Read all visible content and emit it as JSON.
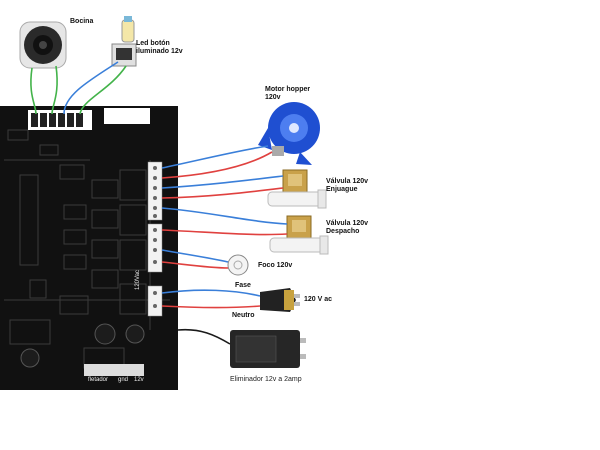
{
  "labels": {
    "speaker": "Bocina",
    "button_led": "Led botón\niluminado 12v",
    "hopper_motor": "Motor hopper\n120v",
    "valve_rinse": "Válvula 120v\nEnjuague",
    "valve_dispense": "Válvula 120v\nDespacho",
    "bulb": "Foco 120v",
    "phase": "Fase",
    "mains": "120 V ac",
    "neutral": "Neutro",
    "power_adapter": "Eliminador 12v a 2amp"
  },
  "board": {
    "bottom_labels": [
      "fletador",
      "gnd",
      "12v"
    ],
    "ac_label": "120Vac"
  },
  "colors": {
    "board": "#111111",
    "wire_blue": "#3a7fd9",
    "wire_red": "#e0413f",
    "wire_green": "#43b34a",
    "wire_black": "#1a1a1a",
    "hopper_blue": "#1f4fd1",
    "valve_brass": "#c9a14a"
  }
}
